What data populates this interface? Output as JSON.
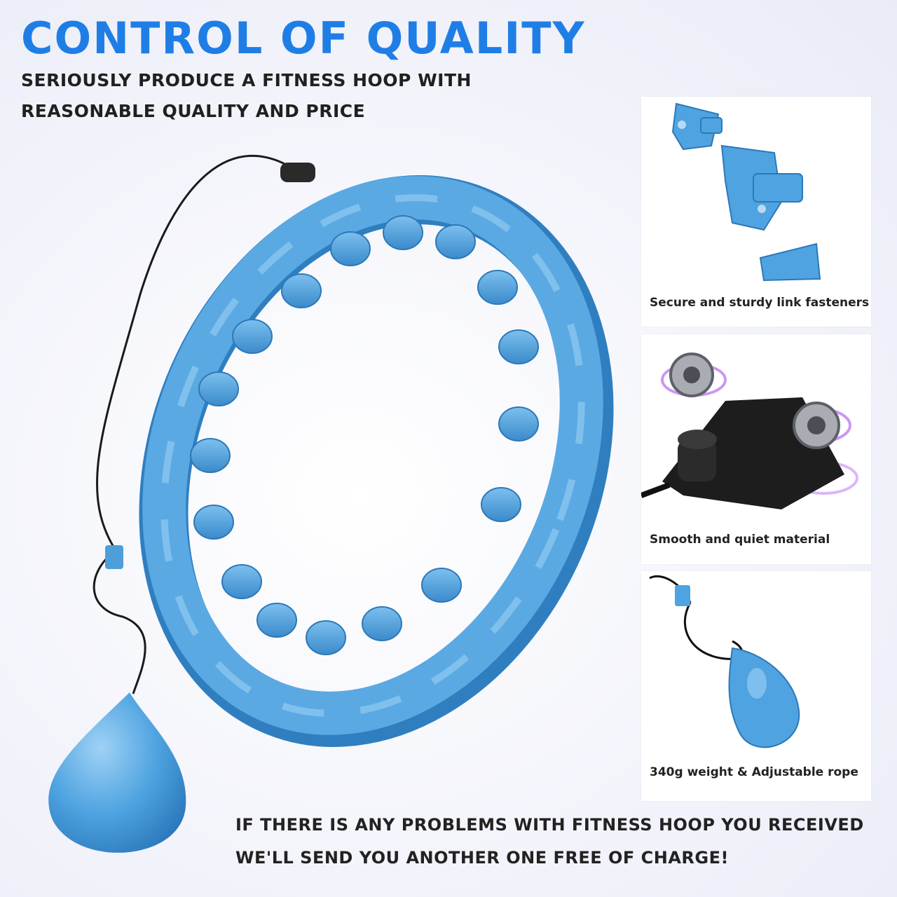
{
  "header": {
    "title": "CONTROL OF QUALITY",
    "subtitle_line1": "SERIOUSLY PRODUCE A FITNESS HOOP WITH",
    "subtitle_line2": "REASONABLE QUALITY AND PRICE"
  },
  "features": [
    {
      "caption": "Secure and sturdy link fasteners",
      "icon": "link-fastener-icon"
    },
    {
      "caption": "Smooth and quiet material",
      "icon": "bearing-icon"
    },
    {
      "caption": "340g weight & Adjustable rope",
      "icon": "weight-ball-icon"
    }
  ],
  "footer": {
    "line1": "IF THERE IS ANY PROBLEMS WITH FITNESS HOOP YOU RECEIVED",
    "line2": "WE'LL SEND YOU ANOTHER ONE FREE OF CHARGE!"
  },
  "colors": {
    "accent": "#1f7ee6",
    "hoop": "#5aa9e3",
    "hoop_dark": "#2f7fc0",
    "text": "#222222"
  }
}
